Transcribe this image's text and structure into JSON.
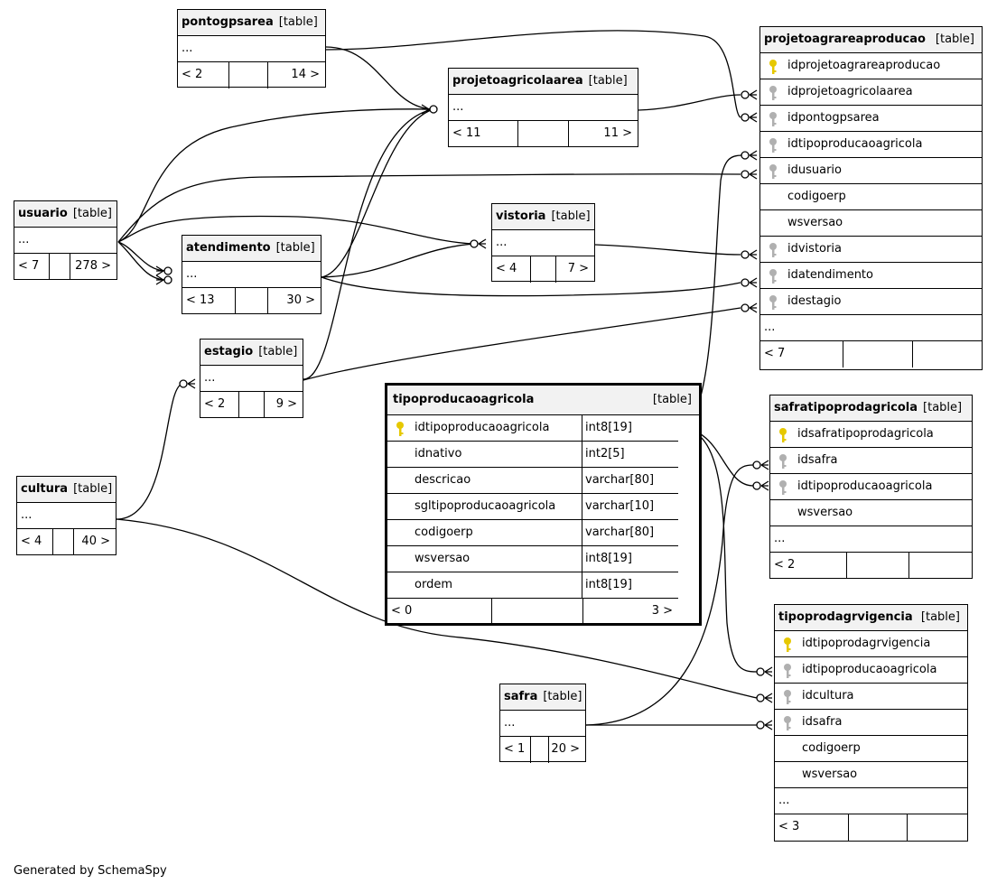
{
  "credit": "Generated by SchemaSpy",
  "tables": {
    "pontogpsarea": {
      "name": "pontogpsarea",
      "type": "[table]",
      "ellipsis": "...",
      "parents": "< 2",
      "children": "14 >"
    },
    "projetoagricolaarea": {
      "name": "projetoagricolaarea",
      "type": "[table]",
      "ellipsis": "...",
      "parents": "< 11",
      "children": "11 >"
    },
    "projetoagrareaproducao": {
      "name": "projetoagrareaproducao",
      "type": "[table]",
      "columns": [
        {
          "name": "idprojetoagrareaproducao",
          "key": "primary"
        },
        {
          "name": "idprojetoagricolaarea",
          "key": "foreign"
        },
        {
          "name": "idpontogpsarea",
          "key": "foreign"
        },
        {
          "name": "idtipoproducaoagricola",
          "key": "foreign"
        },
        {
          "name": "idusuario",
          "key": "foreign"
        },
        {
          "name": "codigoerp",
          "key": ""
        },
        {
          "name": "wsversao",
          "key": ""
        },
        {
          "name": "idvistoria",
          "key": "foreign"
        },
        {
          "name": "idatendimento",
          "key": "foreign"
        },
        {
          "name": "idestagio",
          "key": "foreign"
        }
      ],
      "ellipsis": "...",
      "parents": "< 7",
      "children": ""
    },
    "usuario": {
      "name": "usuario",
      "type": "[table]",
      "ellipsis": "...",
      "parents": "< 7",
      "children": "278 >"
    },
    "atendimento": {
      "name": "atendimento",
      "type": "[table]",
      "ellipsis": "...",
      "parents": "< 13",
      "children": "30 >"
    },
    "vistoria": {
      "name": "vistoria",
      "type": "[table]",
      "ellipsis": "...",
      "parents": "< 4",
      "children": "7 >"
    },
    "estagio": {
      "name": "estagio",
      "type": "[table]",
      "ellipsis": "...",
      "parents": "< 2",
      "children": "9 >"
    },
    "tipoproducaoagricola": {
      "name": "tipoproducaoagricola",
      "type": "[table]",
      "columns": [
        {
          "name": "idtipoproducaoagricola",
          "datatype": "int8[19]",
          "key": "primary"
        },
        {
          "name": "idnativo",
          "datatype": "int2[5]",
          "key": ""
        },
        {
          "name": "descricao",
          "datatype": "varchar[80]",
          "key": ""
        },
        {
          "name": "sgltipoproducaoagricola",
          "datatype": "varchar[10]",
          "key": ""
        },
        {
          "name": "codigoerp",
          "datatype": "varchar[80]",
          "key": ""
        },
        {
          "name": "wsversao",
          "datatype": "int8[19]",
          "key": ""
        },
        {
          "name": "ordem",
          "datatype": "int8[19]",
          "key": ""
        }
      ],
      "parents": "< 0",
      "children": "3 >"
    },
    "safratipoprodagricola": {
      "name": "safratipoprodagricola",
      "type": "[table]",
      "columns": [
        {
          "name": "idsafratipoprodagricola",
          "key": "primary"
        },
        {
          "name": "idsafra",
          "key": "foreign"
        },
        {
          "name": "idtipoproducaoagricola",
          "key": "foreign"
        },
        {
          "name": "wsversao",
          "key": ""
        }
      ],
      "ellipsis": "...",
      "parents": "< 2",
      "children": ""
    },
    "cultura": {
      "name": "cultura",
      "type": "[table]",
      "ellipsis": "...",
      "parents": "< 4",
      "children": "40 >"
    },
    "tipoprodagrvigencia": {
      "name": "tipoprodagrvigencia",
      "type": "[table]",
      "columns": [
        {
          "name": "idtipoprodagrvigencia",
          "key": "primary"
        },
        {
          "name": "idtipoproducaoagricola",
          "key": "foreign"
        },
        {
          "name": "idcultura",
          "key": "foreign"
        },
        {
          "name": "idsafra",
          "key": "foreign"
        },
        {
          "name": "codigoerp",
          "key": ""
        },
        {
          "name": "wsversao",
          "key": ""
        }
      ],
      "ellipsis": "...",
      "parents": "< 3",
      "children": ""
    },
    "safra": {
      "name": "safra",
      "type": "[table]",
      "ellipsis": "...",
      "parents": "< 1",
      "children": "20 >"
    }
  },
  "colors": {
    "primary_key": "#e6c800",
    "foreign_key": "#b0b0b0",
    "header_bg": "#f2f2f2",
    "line": "#000000"
  }
}
